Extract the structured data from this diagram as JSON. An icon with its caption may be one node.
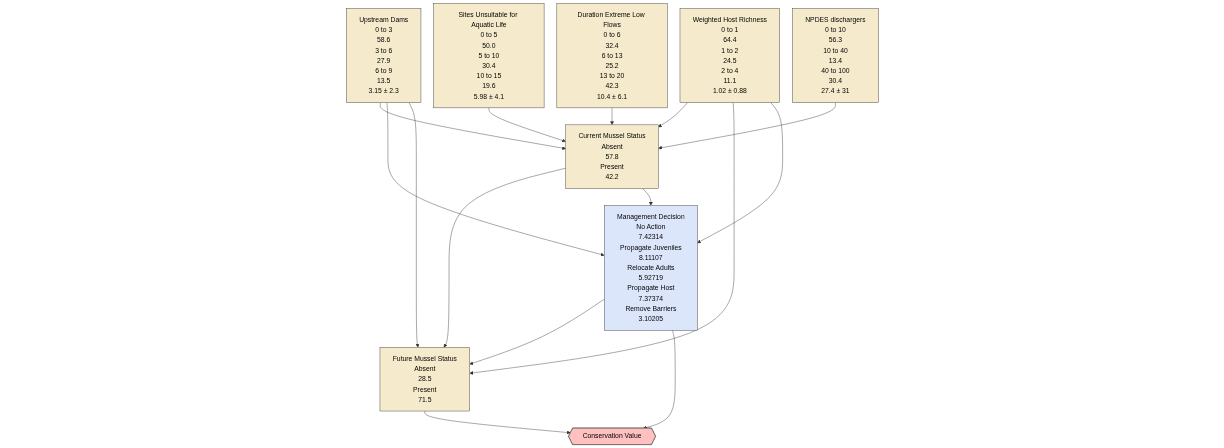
{
  "diagram": {
    "nodes": [
      {
        "text": [
          "Sites Unsuitable for Aquatic Life",
          "0 to 5",
          "50.0",
          "5 to 10",
          "30.4",
          "10 to 15",
          "19.6",
          "5.98 ± 4.1"
        ]
      },
      {
        "text": [
          "Upstream Dams",
          "0 to 3",
          "58.6",
          "3 to 6",
          "27.9",
          "6 to 9",
          "13.5",
          "3.15 ± 2.3"
        ]
      },
      {
        "text": [
          "Duration Extreme Low Flows",
          "0 to 6",
          "32.4",
          "6 to 13",
          "25.2",
          "13 to 20",
          "42.3",
          "10.4 ± 6.1"
        ]
      },
      {
        "text": [
          "NPDES dischargers",
          "0 to 10",
          "56.3",
          "10 to 40",
          "13.4",
          "40 to 100",
          "30.4",
          "27.4 ± 31"
        ]
      },
      {
        "text": [
          "Weighted Host Richness",
          "0 to 1",
          "64.4",
          "1 to 2",
          "24.5",
          "2 to 4",
          "11.1",
          "1.02 ± 0.88"
        ]
      },
      {
        "text": [
          "Current Mussel Status",
          "Absent",
          "57.8",
          "Present",
          "42.2"
        ]
      },
      {
        "text": [
          "Future Mussel Status",
          "Absent",
          "28.5",
          "Present",
          "71.5"
        ]
      },
      {
        "text": [
          "Management Decision",
          "No Action",
          "7.42314",
          "Propagate Juveniles",
          "8.11107",
          "Relocate Adults",
          "5.92719",
          "Propagate Host",
          "7.37374",
          "Remove Barriers",
          "3.10205"
        ]
      },
      {
        "text": [
          "Conservation Value"
        ]
      }
    ],
    "edges": [
      {
        "from": 0,
        "to": 5,
        "arrow": "to"
      },
      {
        "from": 1,
        "to": 5,
        "arrow": "to"
      },
      {
        "from": 1,
        "to": 7,
        "arrow": "to"
      },
      {
        "from": 1,
        "to": 6,
        "arrow": "to"
      },
      {
        "from": 2,
        "to": 5,
        "arrow": "to"
      },
      {
        "from": 3,
        "to": 5,
        "arrow": "to"
      },
      {
        "from": 4,
        "to": 5,
        "arrow": "to"
      },
      {
        "from": 4,
        "to": 6,
        "arrow": "to"
      },
      {
        "from": 4,
        "to": 7,
        "arrow": "to"
      },
      {
        "from": 5,
        "to": 6,
        "arrow": "to"
      },
      {
        "from": 5,
        "to": 7,
        "arrow": "to"
      },
      {
        "from": 7,
        "to": 6,
        "arrow": "to"
      },
      {
        "from": 7,
        "to": 8,
        "arrow": "to"
      },
      {
        "from": 6,
        "to": 8,
        "arrow": "to"
      }
    ]
  }
}
